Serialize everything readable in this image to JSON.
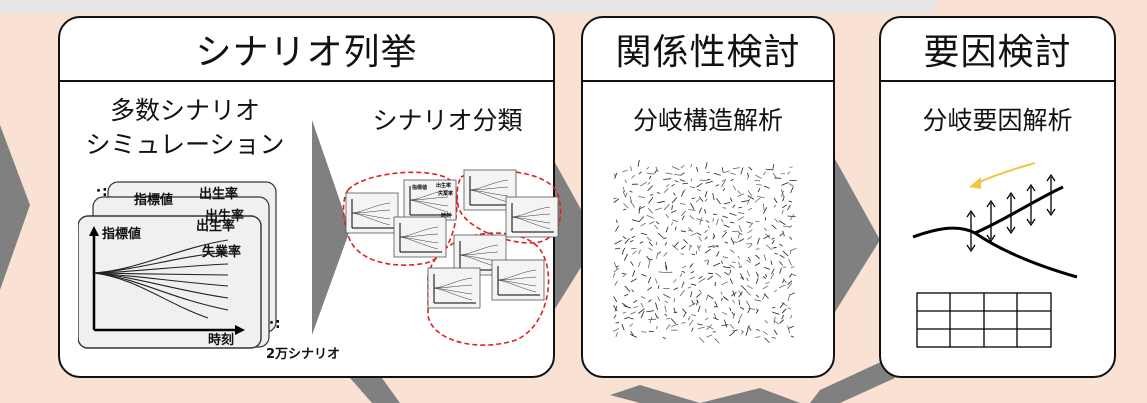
{
  "colors": {
    "background": "#f9e2d4",
    "top_strip": "#e6e6e6",
    "arrow": "#808080",
    "highlight_dash": "#e02020",
    "yellow_arrow": "#f4c542"
  },
  "panels": [
    {
      "title": "シナリオ列挙",
      "sections": [
        {
          "label_lines": [
            "多数シナリオ",
            "シミュレーション"
          ]
        },
        {
          "label_lines": [
            "シナリオ分類"
          ]
        }
      ]
    },
    {
      "title": "関係性検討",
      "sections": [
        {
          "label_lines": [
            "分岐構造解析"
          ]
        }
      ]
    },
    {
      "title": "要因検討",
      "sections": [
        {
          "label_lines": [
            "分岐要因解析"
          ]
        }
      ]
    }
  ],
  "simulation_chart": {
    "y_label": "指標値",
    "series_labels": [
      "出生率",
      "失業率"
    ],
    "x_label": "時刻",
    "count_label": "2万シナリオ",
    "ellipsis": "･:",
    "back_card_labels": [
      "指標値",
      "出生率",
      "出生率"
    ]
  },
  "mini_chart": {
    "y_label": "指標値",
    "series_labels": [
      "出生率",
      "失業率"
    ],
    "x_label": "時刻"
  },
  "icons": [
    "right-chevron-arrow",
    "yellow-arrow",
    "double-headed-arrow",
    "grid-table"
  ]
}
